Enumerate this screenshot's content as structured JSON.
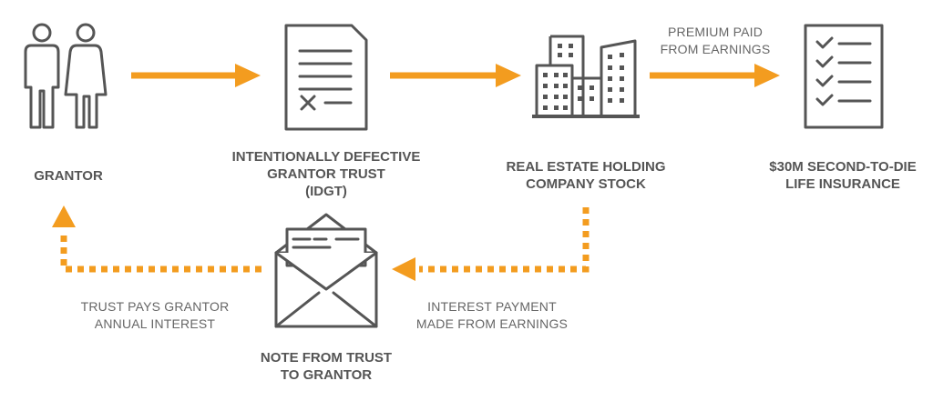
{
  "colors": {
    "accent": "#f39c1f",
    "icon": "#555555",
    "text": "#555555"
  },
  "nodes": {
    "grantor": {
      "label": "GRANTOR",
      "icon": "couple-icon"
    },
    "idgt": {
      "label": "INTENTIONALLY DEFECTIVE\nGRANTOR TRUST\n(IDGT)",
      "icon": "document-icon"
    },
    "stock": {
      "label": "REAL ESTATE HOLDING\nCOMPANY STOCK",
      "icon": "buildings-icon"
    },
    "insurance": {
      "label": "$30M SECOND-TO-DIE\nLIFE INSURANCE",
      "icon": "checklist-icon"
    },
    "note": {
      "label": "NOTE FROM TRUST\nTO GRANTOR",
      "icon": "envelope-check-icon"
    }
  },
  "edges": {
    "premium": "PREMIUM PAID\nFROM EARNINGS",
    "interest_payment": "INTEREST PAYMENT\nMADE FROM EARNINGS",
    "trust_pays": "TRUST PAYS GRANTOR\nANNUAL INTEREST"
  }
}
